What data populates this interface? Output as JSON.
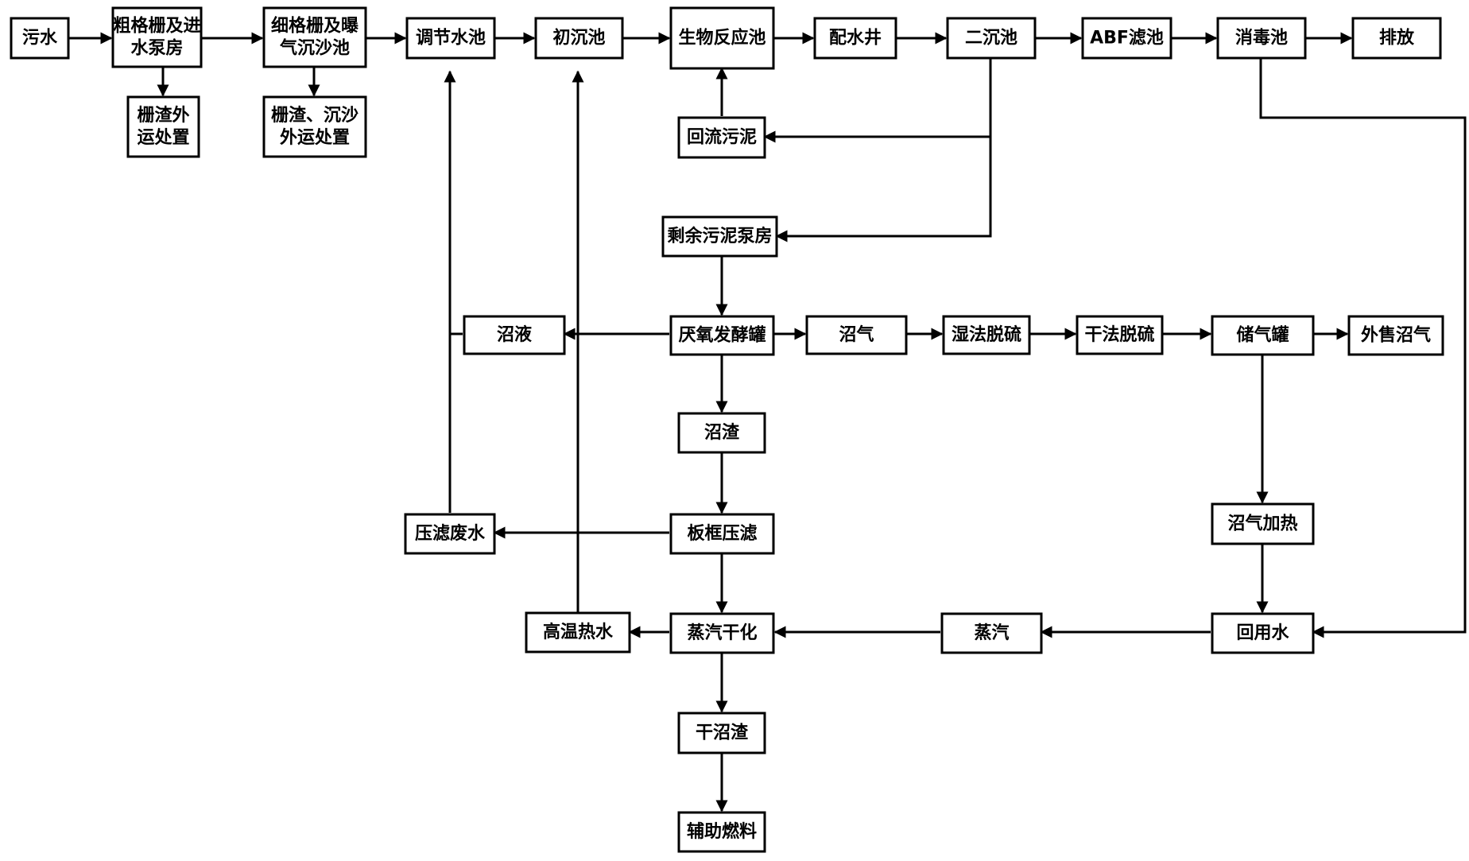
{
  "diagram": {
    "nodes": {
      "wushui": [
        "污水"
      ],
      "cugeshan": [
        "粗格栅及进",
        "水泵房"
      ],
      "shanzha": [
        "栅渣外",
        "运处置"
      ],
      "xigeshan": [
        "细格栅及曝",
        "气沉沙池"
      ],
      "shanzha_chensha": [
        "栅渣、沉沙",
        "外运处置"
      ],
      "tiaojie": [
        "调节水池"
      ],
      "chuchen": [
        "初沉池"
      ],
      "shengwu": [
        "生物反应池"
      ],
      "peishui": [
        "配水井"
      ],
      "erchen": [
        "二沉池"
      ],
      "abf": [
        "ABF滤池"
      ],
      "xiaodu": [
        "消毒池"
      ],
      "paifang": [
        "排放"
      ],
      "huiliu": [
        "回流污泥"
      ],
      "shengyu": [
        "剩余污泥泵房"
      ],
      "zhaoye": [
        "沼液"
      ],
      "yanyang": [
        "厌氧发酵罐"
      ],
      "zhaoqi": [
        "沼气"
      ],
      "shifa": [
        "湿法脱硫"
      ],
      "ganfa": [
        "干法脱硫"
      ],
      "chuqi": [
        "储气罐"
      ],
      "waishou": [
        "外售沼气"
      ],
      "zhaozha": [
        "沼渣"
      ],
      "bankuang": [
        "板框压滤"
      ],
      "yalvfeishui": [
        "压滤废水"
      ],
      "zhaoqijiare": [
        "沼气加热"
      ],
      "gaowen": [
        "高温热水"
      ],
      "zhengqiganhua": [
        "蒸汽干化"
      ],
      "zhengqi": [
        "蒸汽"
      ],
      "huiyong": [
        "回用水"
      ],
      "ganzhaozha": [
        "干沼渣"
      ],
      "fuzhu": [
        "辅助燃料"
      ]
    }
  }
}
